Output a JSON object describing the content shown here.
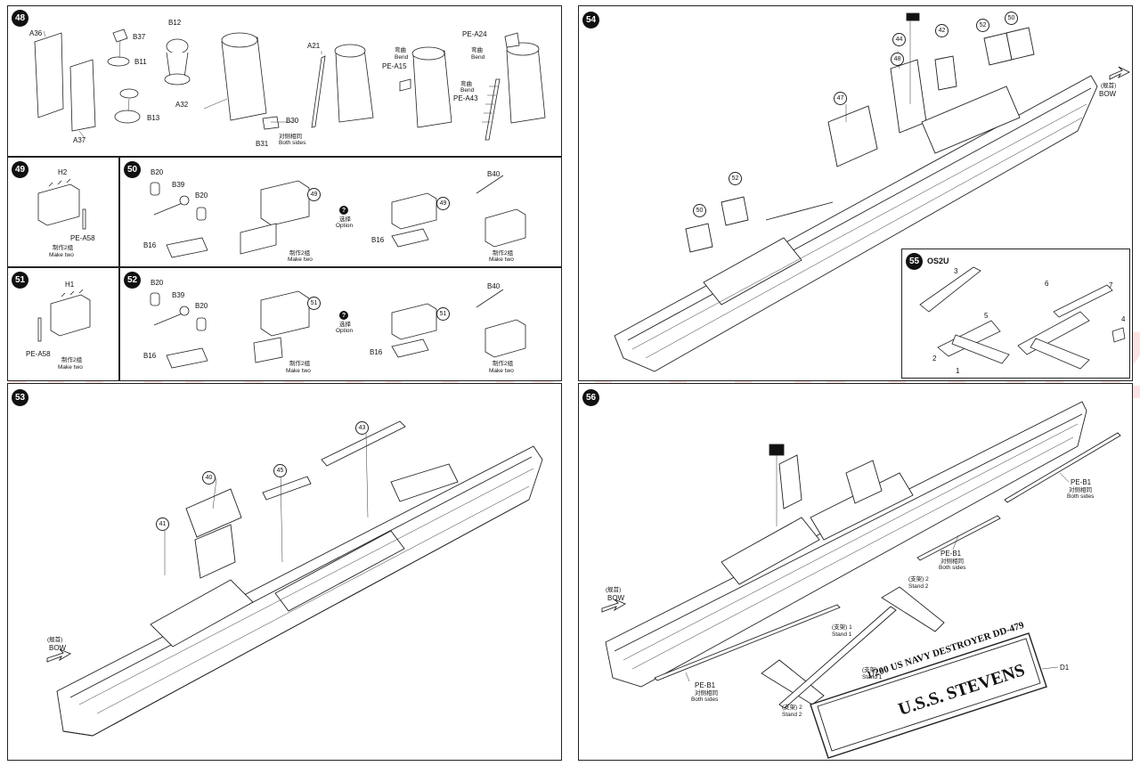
{
  "watermark": "modelartiki.cz",
  "steps": {
    "s48": {
      "number": "48",
      "labels": {
        "a36": "A36",
        "a37": "A37",
        "b37": "B37",
        "b11": "B11",
        "b12": "B12",
        "b13": "B13",
        "a32": "A32",
        "b30": "B30",
        "b31": "B31",
        "both_sides_cn": "对侧相同",
        "both_sides": "Both sides",
        "a21": "A21",
        "bend_cn": "弯曲",
        "bend": "Bend",
        "pe_a15": "PE-A15",
        "pe_a24": "PE-A24",
        "pe_a43": "PE-A43"
      }
    },
    "s49": {
      "number": "49",
      "h": "H2",
      "pe": "PE-A58",
      "make_cn": "制作2组",
      "make": "Make two"
    },
    "s50": {
      "number": "50",
      "b20a": "B20",
      "b39": "B39",
      "b20b": "B20",
      "b16a": "B16",
      "ref": "49",
      "make_cn": "制作2组",
      "make": "Make two",
      "option_mark": "?",
      "option_cn": "选择",
      "option": "Option",
      "ref2": "49",
      "b16b": "B16",
      "b40": "B40",
      "make2_cn": "制作2组",
      "make2": "Make two"
    },
    "s51": {
      "number": "51",
      "h": "H1",
      "pe": "PE-A58",
      "make_cn": "制作2组",
      "make": "Make two"
    },
    "s52": {
      "number": "52",
      "b20a": "B20",
      "b39": "B39",
      "b20b": "B20",
      "b16a": "B16",
      "ref": "51",
      "make_cn": "制作2组",
      "make": "Make two",
      "option_mark": "?",
      "option_cn": "选择",
      "option": "Option",
      "ref2": "51",
      "b16b": "B16",
      "b40": "B40",
      "make2_cn": "制作2组",
      "make2": "Make two"
    },
    "s53": {
      "number": "53",
      "r40": "40",
      "r41": "41",
      "r43": "43",
      "r45": "45",
      "bow_cn": "(舰首)",
      "bow": "BOW"
    },
    "s54": {
      "number": "54",
      "r44": "44",
      "r42": "42",
      "r52": "52",
      "r50": "50",
      "r48": "48",
      "r47": "47",
      "r50b": "50",
      "r52b": "52",
      "bow_cn": "(舰首)",
      "bow": "BOW"
    },
    "s55": {
      "number": "55",
      "title": "OS2U",
      "p1": "1",
      "p2": "2",
      "p3": "3",
      "p4": "4",
      "p5": "5",
      "p6": "6",
      "p7": "7"
    },
    "s56": {
      "number": "56",
      "pe_b1_1": "PE-B1",
      "pe_b1_2": "PE-B1",
      "pe_b1_3": "PE-B1",
      "both_sides_cn": "对侧相同",
      "both_sides": "Both sides",
      "stand_cn_1": "(支架) 1",
      "stand1": "Stand 1",
      "stand_cn_2": "(支架) 2",
      "stand2": "Stand 2",
      "bow_cn": "(舰首)",
      "bow": "BOW",
      "d1": "D1",
      "plate_line1": "1/200 US NAVY DESTROYER DD-479",
      "plate_line2": "U.S.S. STEVENS"
    }
  }
}
